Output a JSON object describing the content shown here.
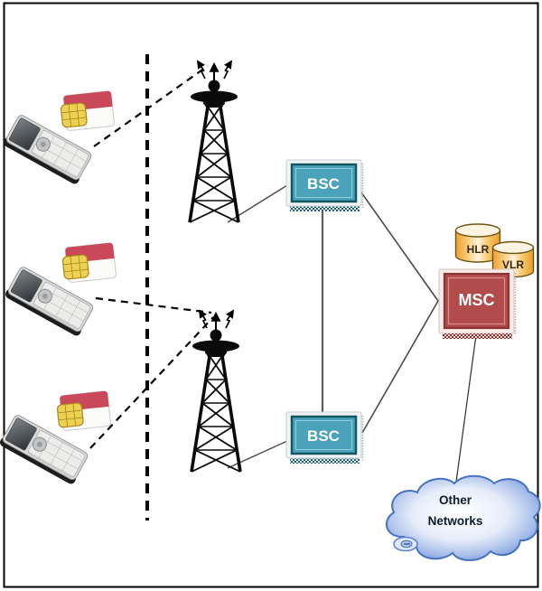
{
  "diagram": {
    "type": "gsm-network-architecture",
    "background": "#ffffff",
    "border_color": "#000000",
    "separator": {
      "style": "dashed-vertical-line",
      "color": "#000000"
    },
    "mobiles": {
      "count": 3,
      "icon": "mobile-phone-with-sim-icon"
    },
    "towers": {
      "count": 2,
      "icon": "cell-tower-icon"
    },
    "nodes": {
      "bsc1": {
        "label": "BSC",
        "fill": "#4aa3ba",
        "text_color": "#ffffff"
      },
      "bsc2": {
        "label": "BSC",
        "fill": "#4aa3ba",
        "text_color": "#ffffff"
      },
      "msc": {
        "label": "MSC",
        "fill": "#b24c4c",
        "text_color": "#ffffff"
      },
      "hlr": {
        "label": "HLR",
        "fill_edge": "#efa02f",
        "fill_center": "#fdf3dc",
        "text_color": "#33260a"
      },
      "vlr": {
        "label": "VLR",
        "fill_edge": "#efa02f",
        "fill_center": "#fdf3dc",
        "text_color": "#33260a"
      },
      "other_networks": {
        "label_line1": "Other",
        "label_line2": "Networks",
        "fill_edge": "#6b90d8",
        "fill_center": "#ffffff",
        "border": "#4673c0",
        "text_color": "#0d1b2e"
      }
    },
    "connections": [
      {
        "from": "mobile-1",
        "to": "tower-1",
        "style": "dashed"
      },
      {
        "from": "mobile-2",
        "to": "tower-2",
        "style": "dashed"
      },
      {
        "from": "mobile-3",
        "to": "tower-2",
        "style": "dashed"
      },
      {
        "from": "tower-1",
        "to": "bsc-1",
        "style": "solid"
      },
      {
        "from": "tower-2",
        "to": "bsc-2",
        "style": "solid"
      },
      {
        "from": "bsc-1",
        "to": "bsc-2",
        "style": "solid"
      },
      {
        "from": "bsc-1",
        "to": "msc",
        "style": "solid"
      },
      {
        "from": "bsc-2",
        "to": "msc",
        "style": "solid"
      },
      {
        "from": "msc",
        "to": "other-networks",
        "style": "solid"
      }
    ]
  }
}
